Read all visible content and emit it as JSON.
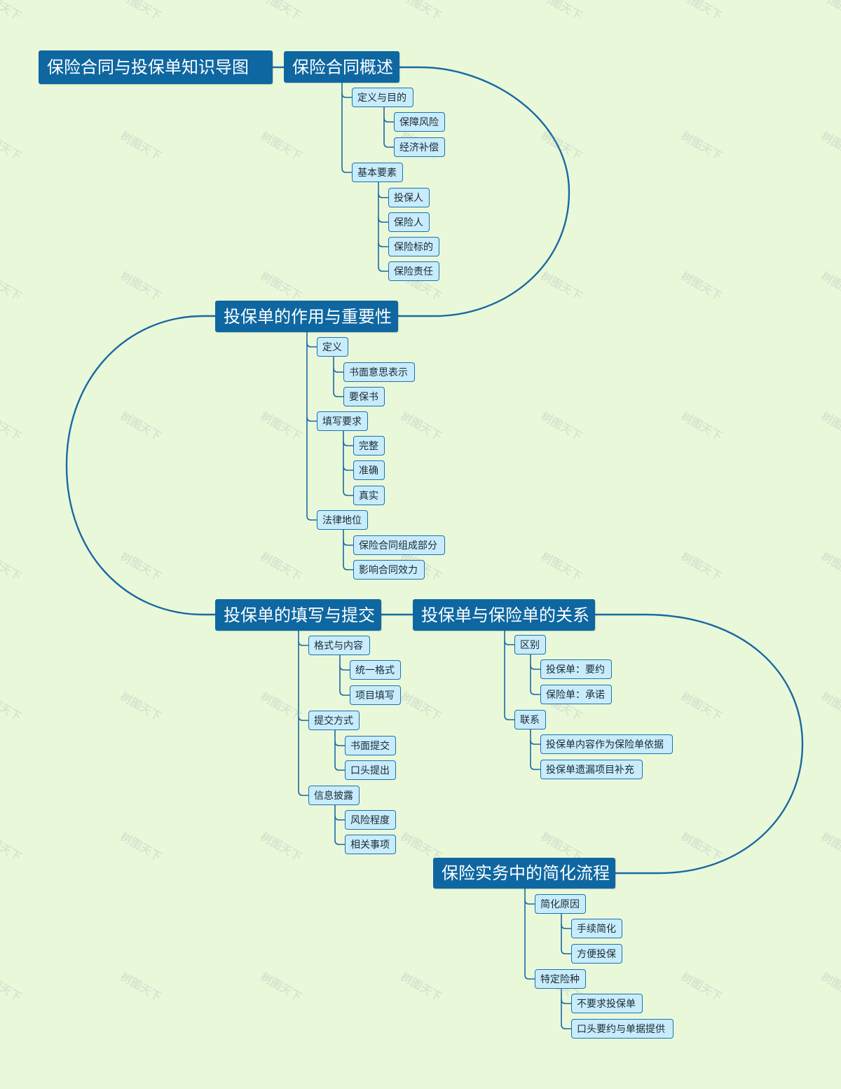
{
  "root": "保险合同与投保单知识导图",
  "watermark": "树图天下",
  "topics": [
    {
      "title": "保险合同概述",
      "children": [
        {
          "label": "定义与目的",
          "children": [
            "保障风险",
            "经济补偿"
          ]
        },
        {
          "label": "基本要素",
          "children": [
            "投保人",
            "保险人",
            "保险标的",
            "保险责任"
          ]
        }
      ]
    },
    {
      "title": "投保单的作用与重要性",
      "children": [
        {
          "label": "定义",
          "children": [
            "书面意思表示",
            "要保书"
          ]
        },
        {
          "label": "填写要求",
          "children": [
            "完整",
            "准确",
            "真实"
          ]
        },
        {
          "label": "法律地位",
          "children": [
            "保险合同组成部分",
            "影响合同效力"
          ]
        }
      ]
    },
    {
      "title": "投保单的填写与提交",
      "children": [
        {
          "label": "格式与内容",
          "children": [
            "统一格式",
            "项目填写"
          ]
        },
        {
          "label": "提交方式",
          "children": [
            "书面提交",
            "口头提出"
          ]
        },
        {
          "label": "信息披露",
          "children": [
            "风险程度",
            "相关事项"
          ]
        }
      ]
    },
    {
      "title": "投保单与保险单的关系",
      "children": [
        {
          "label": "区别",
          "children": [
            "投保单：要约",
            "保险单：承诺"
          ]
        },
        {
          "label": "联系",
          "children": [
            "投保单内容作为保险单依据",
            "投保单遗漏项目补充"
          ]
        }
      ]
    },
    {
      "title": "保险实务中的简化流程",
      "children": [
        {
          "label": "简化原因",
          "children": [
            "手续简化",
            "方便投保"
          ]
        },
        {
          "label": "特定险种",
          "children": [
            "不要求投保单",
            "口头要约与单据提供"
          ]
        }
      ]
    }
  ],
  "colors": {
    "background": "#eaf8da",
    "topic_fill": "#0e67a1",
    "leaf_fill": "#c8ecfb",
    "leaf_border": "#1a73ad",
    "line": "#1a6aa0"
  }
}
